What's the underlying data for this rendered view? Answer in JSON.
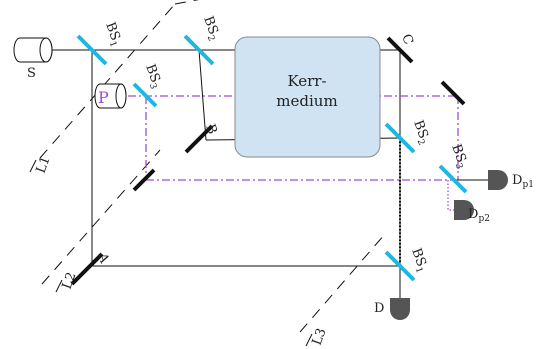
{
  "colors": {
    "beam": "#111111",
    "pump_beam": "#a24bd8",
    "beamsplitter": "#1fb6e0",
    "mirror": "#111111",
    "kerr_fill": "#cfe3f2",
    "kerr_stroke": "#8a8a8a",
    "detector": "#555555",
    "dashed_line": "#111111"
  },
  "components": {
    "source": {
      "label": "S"
    },
    "pump_source": {
      "label": "P"
    },
    "kerr_medium": {
      "line1": "Kerr-",
      "line2": "medium"
    },
    "beamsplitters": {
      "bs1_top": {
        "main": "BS",
        "sub": "1"
      },
      "bs2_top": {
        "main": "BS",
        "sub": "2"
      },
      "bs3_left": {
        "main": "BS",
        "sub": "3"
      },
      "bs2_right": {
        "main": "BS",
        "sub": "2"
      },
      "bs3_right": {
        "main": "BS",
        "sub": "3"
      },
      "bs1_bottom": {
        "main": "BS",
        "sub": "1"
      }
    },
    "mirrors": {
      "mirror_a": {
        "label": "A"
      },
      "mirror_b": {
        "label": "B"
      },
      "mirror_c": {
        "label": "C"
      }
    },
    "detectors": {
      "detector_d": {
        "label": "D"
      },
      "detector_dp1": {
        "main": "D",
        "sub": "p1"
      },
      "detector_dp2": {
        "main": "D",
        "sub": "p2"
      }
    },
    "dashed_lines": {
      "l1": {
        "label": "L1"
      },
      "l2": {
        "label": "L2"
      },
      "l3": {
        "label": "L3"
      }
    }
  }
}
